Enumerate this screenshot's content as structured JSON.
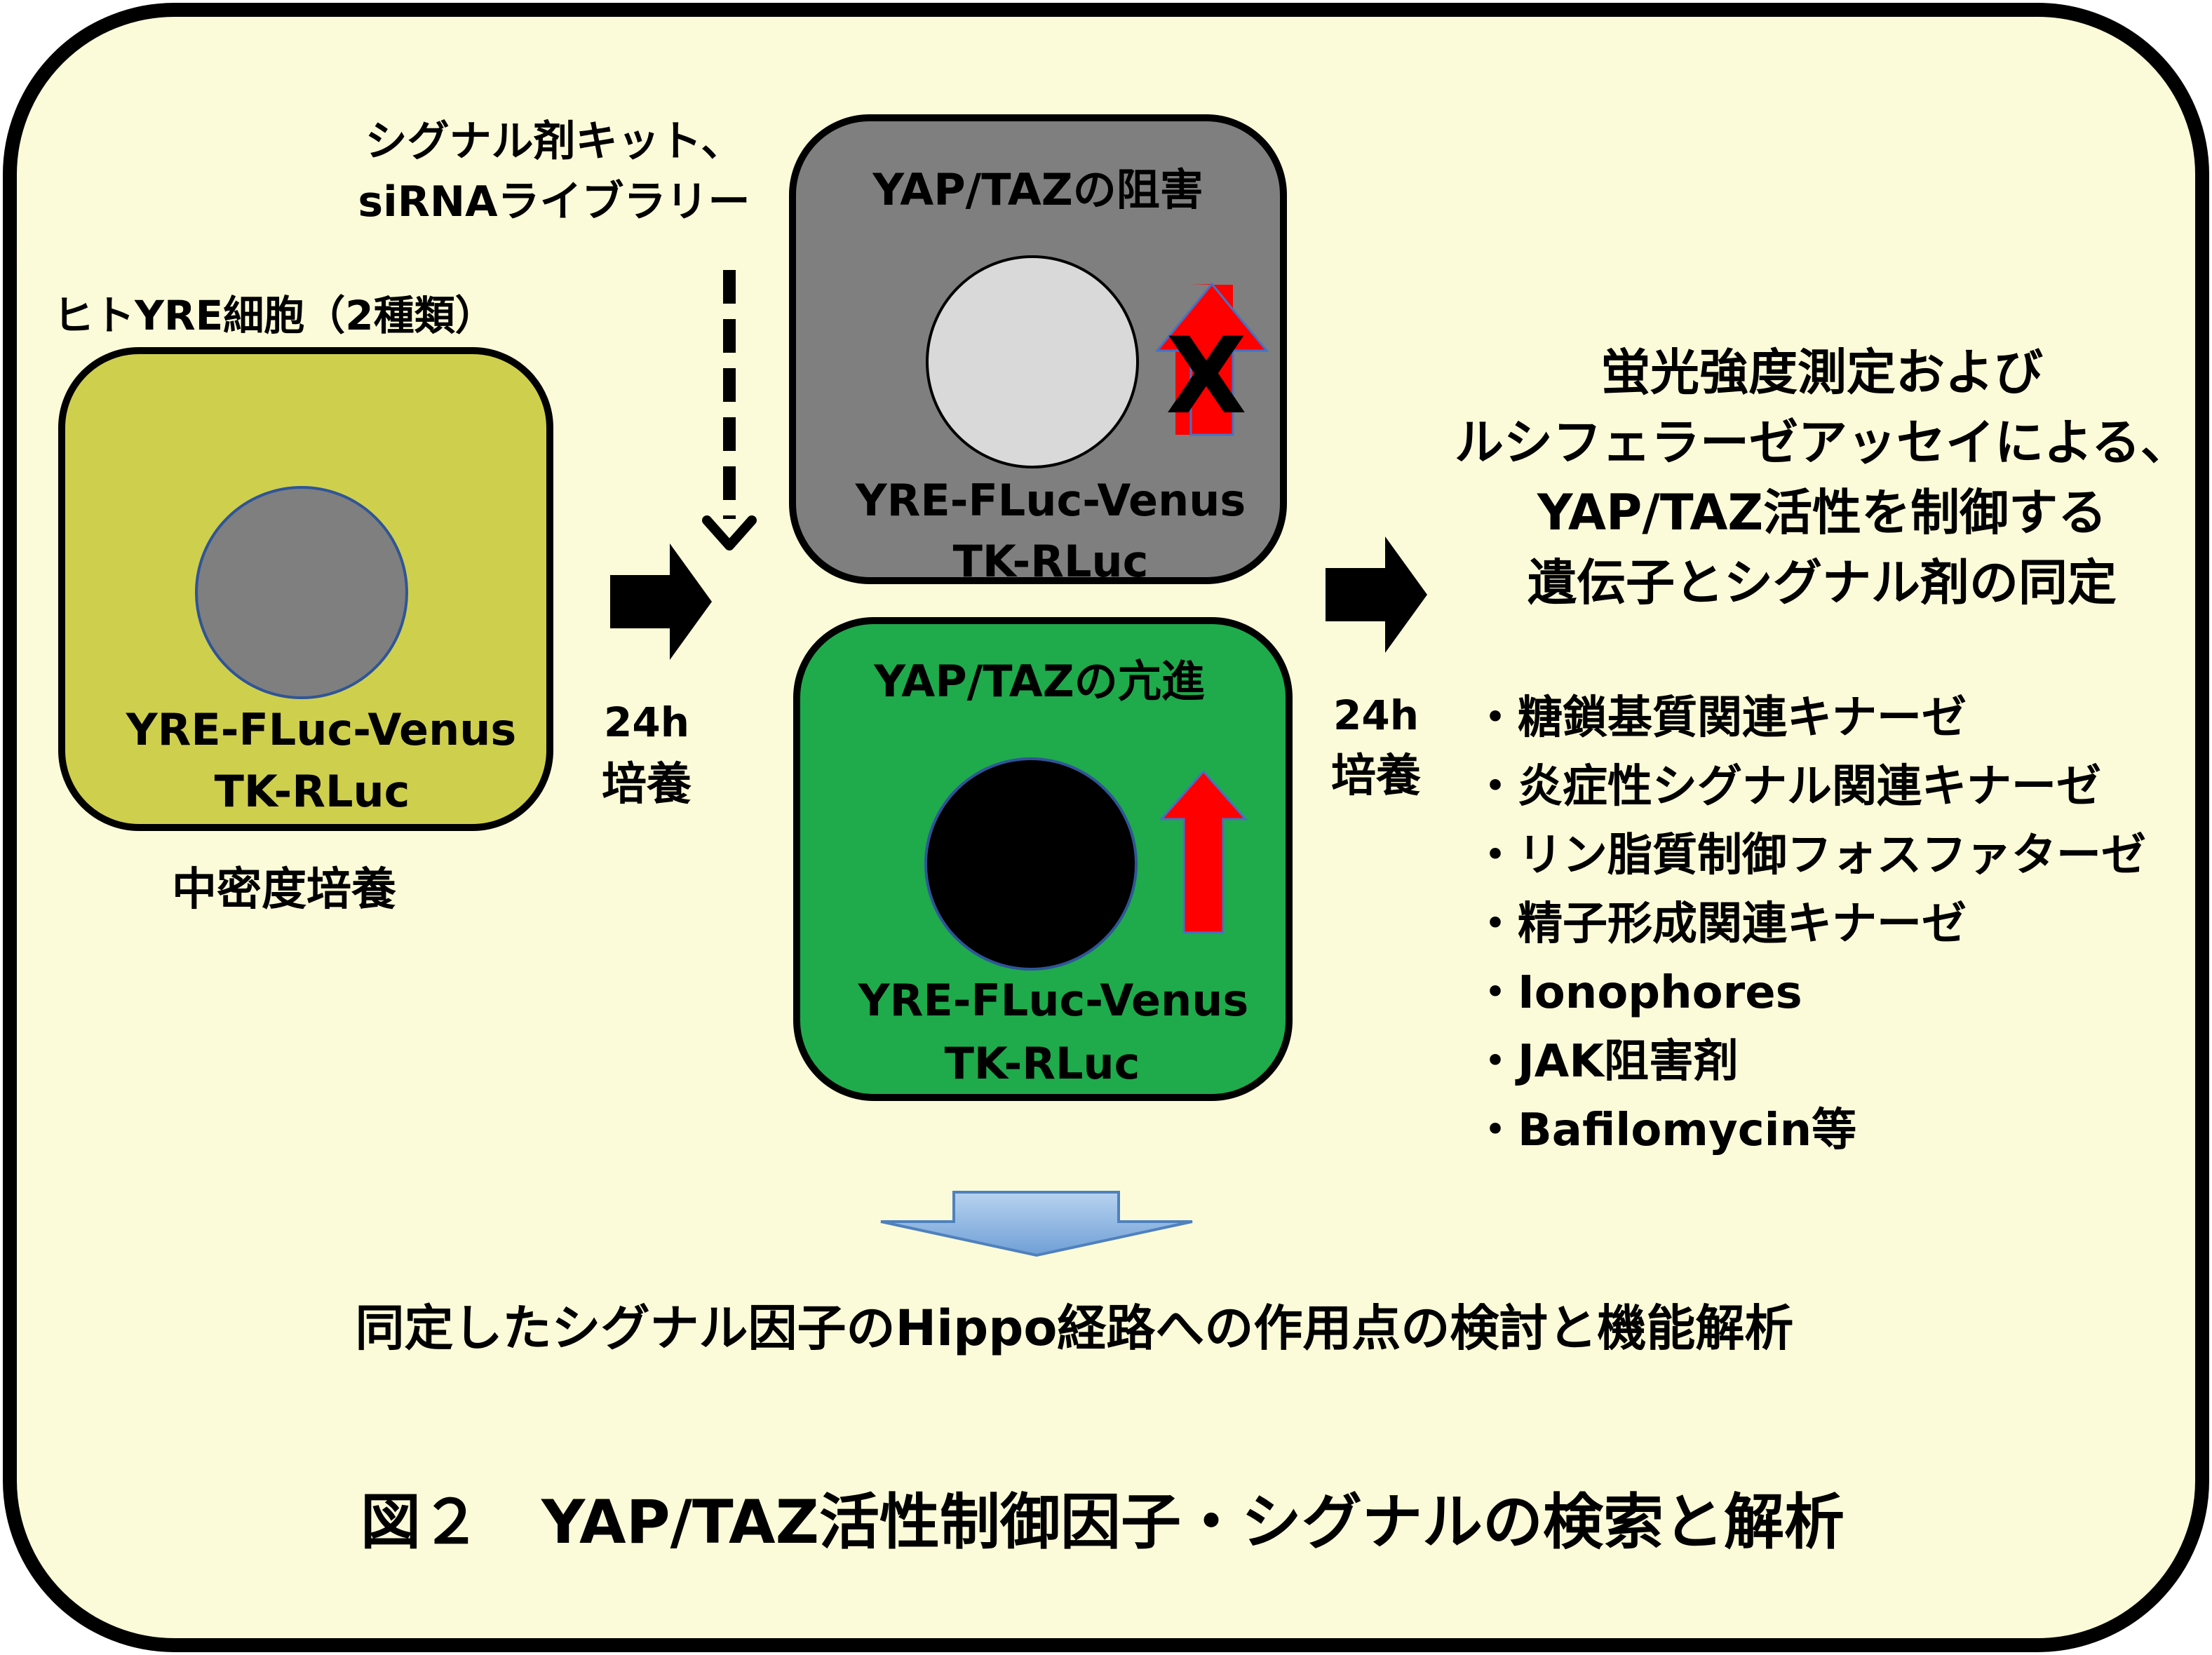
{
  "left_panel": {
    "title": "ヒトYRE細胞（2種類）",
    "line1": "YRE-FLuc-Venus",
    "line2": "TK-RLuc",
    "caption": "中密度培養"
  },
  "culture_step_1": {
    "hours": "24h",
    "label": "培養"
  },
  "screening_input": {
    "line1": "シグナル剤キット、",
    "line2": "siRNAライブラリー"
  },
  "inhibition_panel": {
    "title": "YAP/TAZの阻害",
    "x_mark": "X",
    "line1": "YRE-FLuc-Venus",
    "line2": "TK-RLuc"
  },
  "activation_panel": {
    "title": "YAP/TAZの亢進",
    "line1": "YRE-FLuc-Venus",
    "line2": "TK-RLuc"
  },
  "culture_step_2": {
    "hours": "24h",
    "label": "培養"
  },
  "result_heading": {
    "line1": "蛍光強度測定および",
    "line2": "ルシフェラーゼアッセイによる、",
    "line3": "YAP/TAZ活性を制御する",
    "line4": "遺伝子とシグナル剤の同定"
  },
  "identified_items": [
    "・糖鎖基質関連キナーゼ",
    "・炎症性シグナル関連キナーゼ",
    "・リン脂質制御フォスファターゼ",
    "・精子形成関連キナーゼ",
    "・Ionophores",
    "・JAK阻害剤",
    "・Bafilomycin等"
  ],
  "next_step": "同定したシグナル因子のHippo経路への作用点の検討と機能解析",
  "figure_caption": "図２　YAP/TAZ活性制御因子・シグナルの検索と解析",
  "colors": {
    "background": "#fcfbd9",
    "left_panel_fill": "#cfcf4e",
    "inhibition_panel_fill": "#7f7f7f",
    "activation_panel_fill": "#1faa4c",
    "up_arrow": "#ff0000",
    "down_arrow": "#8fb6e2"
  }
}
